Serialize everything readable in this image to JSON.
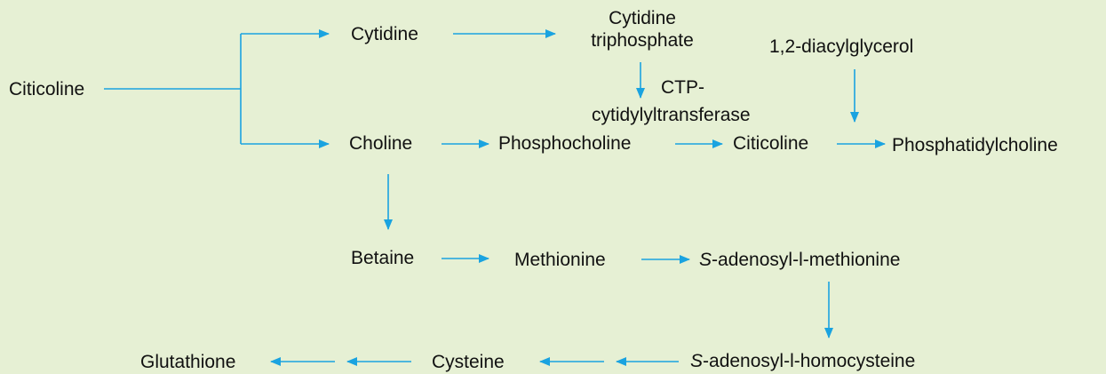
{
  "nodes": {
    "citicoline_start": "Citicoline",
    "cytidine": "Cytidine",
    "cytidine_triphosphate_line1": "Cytidine",
    "cytidine_triphosphate_line2": "triphosphate",
    "diacylglycerol": "1,2-diacylglycerol",
    "ctp_enzyme_line1": "CTP-",
    "ctp_enzyme_line2": "cytidylyltransferase",
    "choline": "Choline",
    "phosphocholine": "Phosphocholine",
    "citicoline_mid": "Citicoline",
    "phosphatidylcholine": "Phosphatidylcholine",
    "betaine": "Betaine",
    "methionine": "Methionine",
    "sam_prefix": "S",
    "sam_rest": "-adenosyl-l-methionine",
    "sah_prefix": "S",
    "sah_rest": "-adenosyl-l-homocysteine",
    "cysteine": "Cysteine",
    "glutathione": "Glutathione"
  },
  "colors": {
    "arrow": "#1aa3e0",
    "background": "#e6f0d4",
    "text": "#111111"
  }
}
